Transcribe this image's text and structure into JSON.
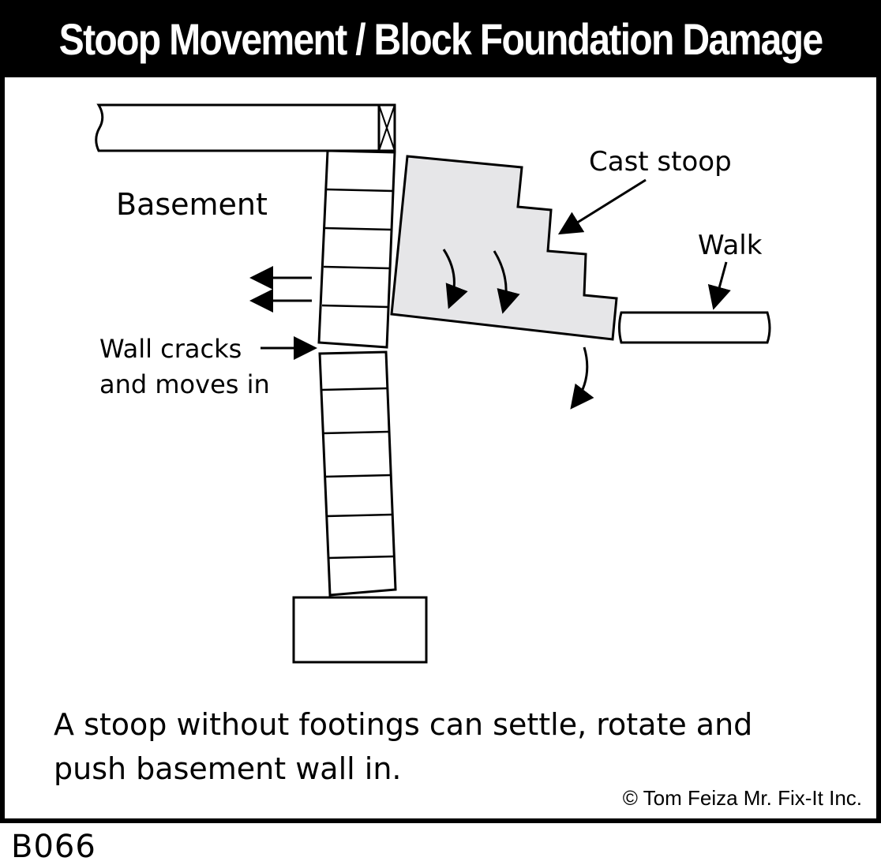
{
  "title": "Stoop Movement / Block Foundation Damage",
  "labels": {
    "basement": "Basement",
    "cast_stoop": "Cast stoop",
    "walk": "Walk",
    "wall_cracks_line1": "Wall cracks",
    "wall_cracks_line2": "and moves in"
  },
  "caption": {
    "line1": "A stoop without footings can settle, rotate and",
    "line2": "push basement wall in."
  },
  "credit": "© Tom Feiza Mr. Fix-It Inc.",
  "code": "B066",
  "colors": {
    "title_bar": "#000000",
    "title_text": "#ffffff",
    "stoop_fill": "#e6e6e8",
    "line": "#000000"
  }
}
